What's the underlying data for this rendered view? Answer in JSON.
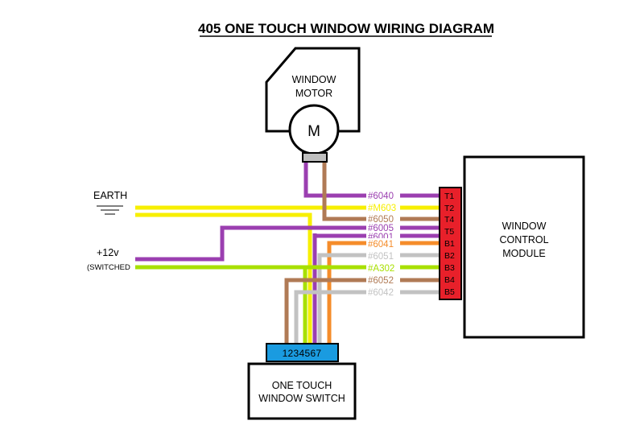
{
  "title": "405 ONE TOUCH WINDOW WIRING DIAGRAM",
  "motor": {
    "line1": "WINDOW",
    "line2": "MOTOR",
    "symbol": "M"
  },
  "module": {
    "line1": "WINDOW",
    "line2": "CONTROL",
    "line3": "MODULE"
  },
  "switch": {
    "line1": "ONE TOUCH",
    "line2": "WINDOW SWITCH",
    "pins": "1234567"
  },
  "earth": {
    "label": "EARTH"
  },
  "power": {
    "label": "+12v",
    "sub": "(SWITCHED"
  },
  "colors": {
    "purple": "#9b3fb0",
    "yellow": "#f7ef00",
    "brown": "#b07a55",
    "orange": "#f58c2a",
    "grey": "#c2c2c2",
    "lime": "#a8e000",
    "connector_red": "#e8202a",
    "switch_blue": "#1a9be0"
  },
  "wires": [
    {
      "code": "#6040",
      "pin": "T1",
      "color": "#9b3fb0"
    },
    {
      "code": "#M603",
      "pin": "T2",
      "color": "#f7ef00"
    },
    {
      "code": "#6050",
      "pin": "T4",
      "color": "#b07a55"
    },
    {
      "code": "#6005",
      "pin": "T5",
      "color": "#9b3fb0"
    },
    {
      "code": "#6001",
      "pin": "",
      "color": "#9b3fb0"
    },
    {
      "code": "#6041",
      "pin": "B1",
      "color": "#f58c2a"
    },
    {
      "code": "#6051",
      "pin": "B2",
      "color": "#c2c2c2"
    },
    {
      "code": "#A302",
      "pin": "B3",
      "color": "#a8e000"
    },
    {
      "code": "#6052",
      "pin": "B4",
      "color": "#b07a55"
    },
    {
      "code": "#6042",
      "pin": "B5",
      "color": "#c2c2c2"
    }
  ]
}
